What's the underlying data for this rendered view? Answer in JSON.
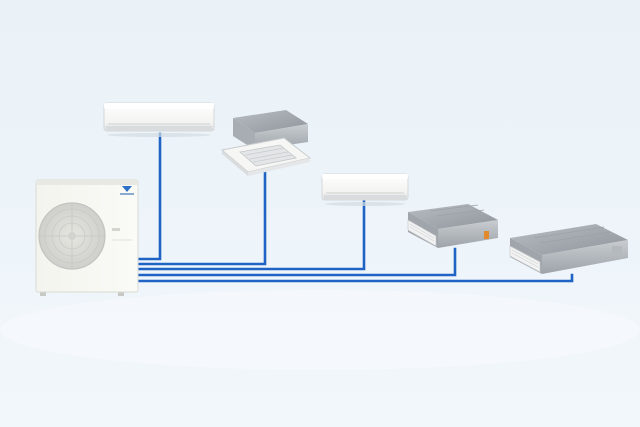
{
  "colors": {
    "background": "#edf4f9",
    "refrigerant_line": "#1f63c4",
    "unit_body": "#f7f7f5",
    "unit_shadow": "#d6d9dc",
    "duct_metal": "#a9aeb4",
    "brand_mark": "#2d72c8"
  },
  "outdoor_unit": {
    "icon": "outdoor-condenser-icon",
    "connected_indoor_units": 5
  },
  "indoor_units": [
    {
      "type": "wall-mounted",
      "icon": "wall-mounted-ac-icon"
    },
    {
      "type": "ceiling-cassette",
      "icon": "ceiling-cassette-icon"
    },
    {
      "type": "wall-mounted",
      "icon": "wall-mounted-ac-icon"
    },
    {
      "type": "ducted",
      "icon": "ducted-unit-icon"
    },
    {
      "type": "ducted",
      "icon": "ducted-unit-icon"
    }
  ]
}
